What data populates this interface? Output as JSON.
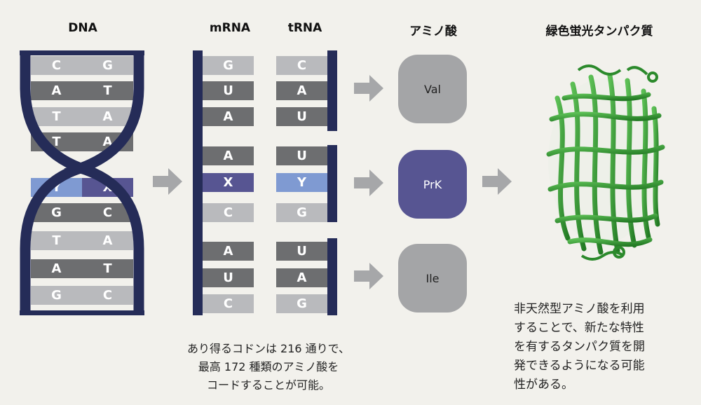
{
  "headers": {
    "dna": "DNA",
    "mrna": "mRNA",
    "trna": "tRNA",
    "amino_acid": "アミノ酸",
    "gfp": "緑色蛍光タンパク質"
  },
  "colors": {
    "light": "#b9babd",
    "dark": "#6d6e70",
    "highlight_blue": "#7f9ad2",
    "highlight_purple": "#575592",
    "strand": "#252c58",
    "amino_gray": "#a4a5a7",
    "amino_purple": "#575592",
    "arrow": "#a6a7a9",
    "gfp_green": "#3a9a3a"
  },
  "dna_pairs": [
    {
      "left": "C",
      "right": "G"
    },
    {
      "left": "A",
      "right": "T"
    },
    {
      "left": "T",
      "right": "A"
    },
    {
      "left": "T",
      "right": "A"
    },
    {
      "left": "Y",
      "right": "X"
    },
    {
      "left": "G",
      "right": "C"
    },
    {
      "left": "T",
      "right": "A"
    },
    {
      "left": "A",
      "right": "T"
    },
    {
      "left": "G",
      "right": "C"
    }
  ],
  "mrna": [
    "G",
    "U",
    "A",
    "A",
    "X",
    "C",
    "A",
    "U",
    "C"
  ],
  "trna": [
    "C",
    "A",
    "U",
    "U",
    "Y",
    "G",
    "U",
    "A",
    "G"
  ],
  "amino_acids": [
    "Val",
    "PrK",
    "Ile"
  ],
  "caption_codon": [
    "あり得るコドンは 216 通りで、",
    "最高 172 種類のアミノ酸を",
    "コードすることが可能。"
  ],
  "caption_gfp": [
    "非天然型アミノ酸を利用",
    "することで、新たな特性",
    "を有するタンパク質を開",
    "発できるようになる可能",
    "性がある。"
  ]
}
